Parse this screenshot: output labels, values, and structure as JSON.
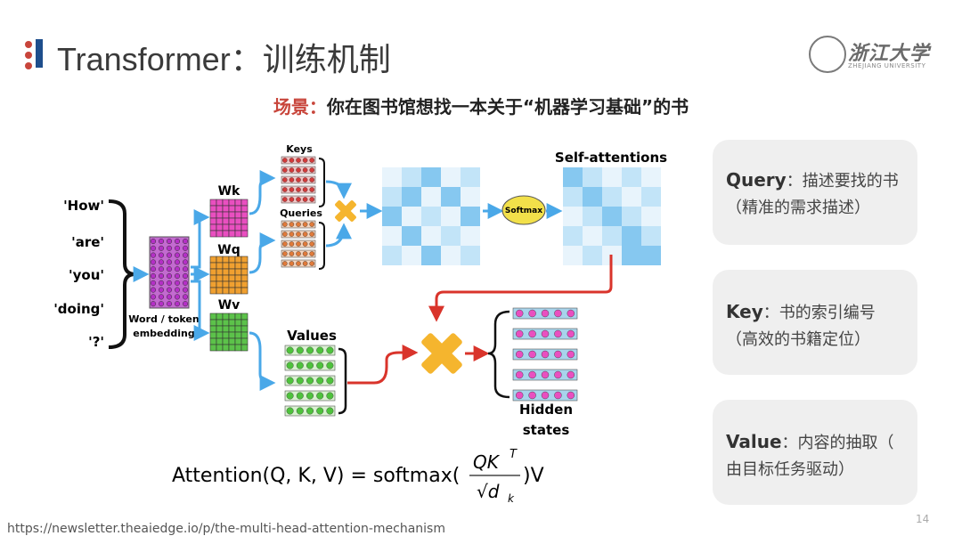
{
  "header": {
    "title": "Transformer：训练机制",
    "logo_text": "浙江大学",
    "logo_subtext": "ZHEJIANG UNIVERSITY"
  },
  "subtitle": {
    "lead": "场景：",
    "text": "你在图书馆想找一本关于“机器学习基础”的书"
  },
  "diagram": {
    "words": [
      "'How'",
      "'are'",
      "'you'",
      "'doing'",
      "'?'"
    ],
    "embedding_label_1": "Word / token",
    "embedding_label_2": "embedding",
    "wk": "Wk",
    "wq": "Wq",
    "wv": "Wv",
    "keys": "Keys",
    "queries": "Queries",
    "values": "Values",
    "softmax": "Softmax",
    "self_attentions": "Self-attentions",
    "hidden_1": "Hidden",
    "hidden_2": "states",
    "formula_lhs": "Attention(Q, K, V) = softmax(",
    "formula_num": "QK",
    "formula_sup": "T",
    "formula_den": "√d",
    "formula_sub": "k",
    "formula_rhs": ")V",
    "colors": {
      "wk": "#e94fc0",
      "wq": "#f0a030",
      "wv": "#5cc24a",
      "arrow": "#4aa8e8",
      "red_arrow": "#d9342b",
      "cross": "#f5b52e",
      "softmax": "#f2e04a"
    }
  },
  "cards": [
    {
      "term": "Query",
      "text": "：描述要找的书（精准的需求描述）"
    },
    {
      "term": "Key",
      "text": "：书的索引编号（高效的书籍定位）"
    },
    {
      "term": "Value",
      "text": "：内容的抽取（ 由目标任务驱动）"
    }
  ],
  "footer": {
    "url": "https://newsletter.theaiedge.io/p/the-multi-head-attention-mechanism",
    "page_number": "14"
  }
}
